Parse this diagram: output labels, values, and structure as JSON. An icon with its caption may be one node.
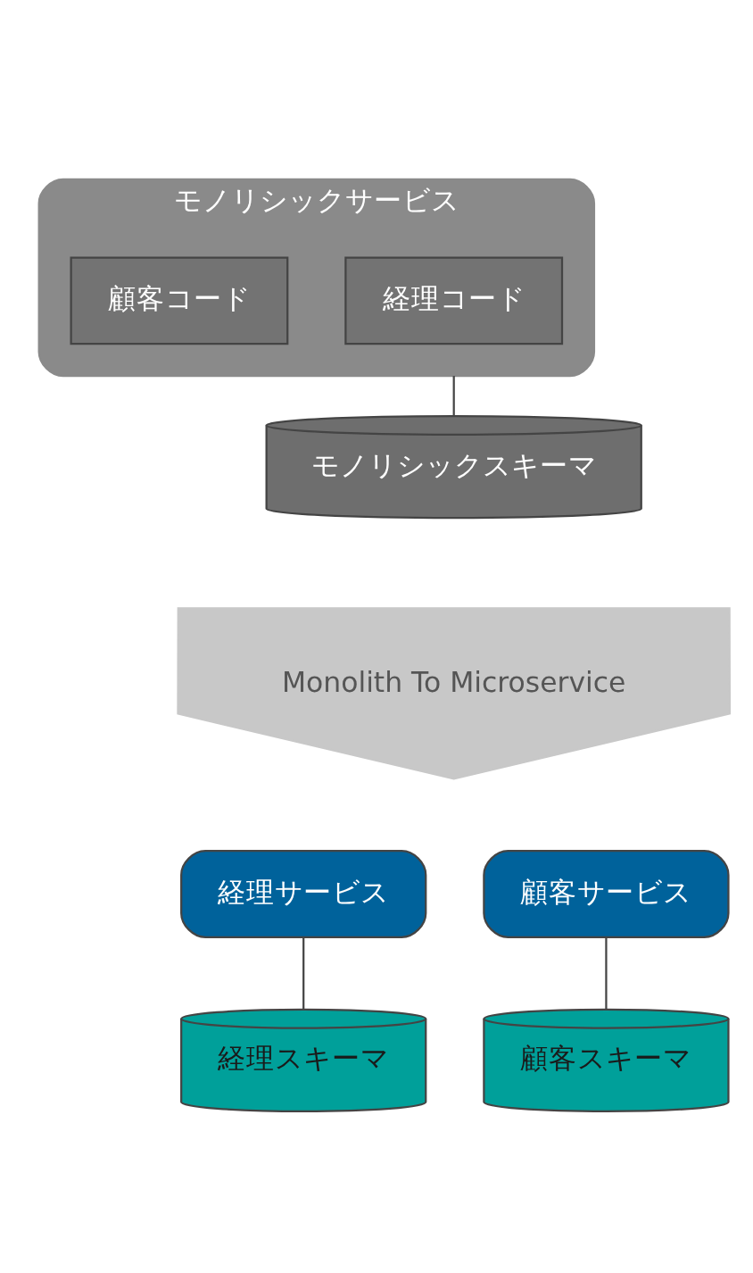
{
  "diagram": {
    "nodes": [
      {
        "text": [
          "モノリシックサービス"
        ]
      },
      {
        "text": [
          "経理コード"
        ],
        "in": 0
      },
      {
        "text": [
          "顧客コード"
        ],
        "in": 0
      },
      {
        "text": [
          "モノリシックスキーマ"
        ]
      },
      {
        "text": [
          "Monolith To Microservice"
        ]
      },
      {
        "text": [
          "経理サービス"
        ]
      },
      {
        "text": [
          "顧客サービス"
        ]
      },
      {
        "text": [
          "経理スキーマ"
        ]
      },
      {
        "text": [
          "顧客スキーマ"
        ]
      }
    ],
    "edges": [
      {
        "from": 0,
        "to": 3,
        "arrow": "none"
      },
      {
        "from": 5,
        "to": 7,
        "arrow": "none"
      },
      {
        "from": 6,
        "to": 8,
        "arrow": "none"
      }
    ]
  }
}
